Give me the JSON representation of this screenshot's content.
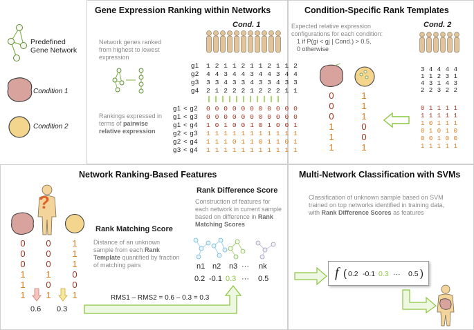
{
  "legend": {
    "network_label": "Predefined Gene Network",
    "network_label_l1": "Predefined",
    "network_label_l2": "Gene Network",
    "condition1": "Condition 1",
    "condition2": "Condition 2",
    "colors": {
      "condition1": "#d9a39d",
      "condition2": "#f4d58d",
      "accent_green": "#8cc63f",
      "red_digit": "#a0331e",
      "orange_digit": "#d77d1b"
    }
  },
  "panel_gene_ranking": {
    "title": "Gene Expression Ranking within Networks",
    "cond_label": "Cond. 1",
    "network_text": "Network genes ranked from highest to lowest expression",
    "gene_rows": [
      {
        "label": "g1",
        "values": "1 2 1 1 2 1 1 2 1 1 2"
      },
      {
        "label": "g2",
        "values": "4 4 3 4 4 3 4 4 3 4 4"
      },
      {
        "label": "g3",
        "values": "3 3 4 3 3 4 3 3 4 3 3"
      },
      {
        "label": "g4",
        "values": "2 1 2 2 2 1 2 2 2 1 1"
      }
    ],
    "pairwise_text_plain": "Rankings expressed in terms of ",
    "pairwise_text_bold": "pairwise relative expression",
    "pair_rows": [
      {
        "label": "g1 < g2",
        "values": "0 0 0 0 0 0 0 0 0 0 0"
      },
      {
        "label": "g1 < g3",
        "values": "0 0 0 0 0 0 0 0 0 0 0"
      },
      {
        "label": "g1 < g4",
        "values": "1 0 1 0 0 1 0 1 0 0 1"
      },
      {
        "label": "g2 < g3",
        "values": "1 1 1 1 1 1 1 1 1 1 1"
      },
      {
        "label": "g2 < g4",
        "values": "1 1 1 0 1 1 0 1 1 0 1"
      },
      {
        "label": "g3 < g4",
        "values": "1 1 1 1 1 1 1 1 1 1 1"
      }
    ]
  },
  "panel_templates": {
    "title": "Condition-Specific Rank Templates",
    "text_l1": "Expected relative expression",
    "text_l2": "configurations for each condition:",
    "text_l3": "1 if P(gi < gj | Cond.) > 0.5,",
    "text_l4": "0 otherwise",
    "cond_label": "Cond. 2",
    "template1": [
      "0",
      "0",
      "0",
      "1",
      "1",
      "1"
    ],
    "template2": [
      "1",
      "1",
      "1",
      "0",
      "0",
      "1"
    ],
    "cond2_gene_rows": [
      "3 4 4 4 4",
      "1 1 2 3 1",
      "4 3 1 4 3",
      "2 2 3 2 2"
    ],
    "cond2_pair_rows": [
      "0 1 1 1 1",
      "1 1 1 1 1",
      "1 0 1 1 1",
      "0 1 0 1 0",
      "0 0 1 0 0",
      "1 1 1 1 1"
    ]
  },
  "panel_features": {
    "title": "Network Ranking-Based Features",
    "rds_title": "Rank Difference Score",
    "rds_text_plain": "Construction of features for each network in current sample based on difference in ",
    "rds_text_bold": "Rank Matching Scores",
    "rms_title": "Rank Matching Score",
    "rms_text_plain1": "Distance of an unknown sample from each ",
    "rms_text_bold": "Rank Template",
    "rms_text_plain2": " quantified by fraction of matching pairs",
    "col_template1": [
      "0",
      "0",
      "0",
      "1",
      "1",
      "1"
    ],
    "col_unknown": [
      "0",
      "0",
      "0",
      "1",
      "0",
      "1"
    ],
    "col_template2": [
      "1",
      "1",
      "1",
      "0",
      "0",
      "1"
    ],
    "score1": "0.6",
    "score2": "0.3",
    "question_mark": "?",
    "formula": "RMS1 – RMS2 = 0.6 – 0.3 = 0.3",
    "network_names": [
      "n1",
      "n2",
      "n3",
      "···",
      "nk"
    ],
    "feature_values": [
      "0.2",
      "-0.1",
      "0.3",
      "···",
      "0.5"
    ]
  },
  "panel_svm": {
    "title": "Multi-Network Classification with SVMs",
    "text_plain": "Classification of unknown sample based on SVM trained on top networks identified in training data, with ",
    "text_bold": "Rank Difference Scores",
    "text_plain2": " as features",
    "func_symbol": "f",
    "func_args": [
      "0.2",
      "-0.1",
      "0.3",
      "···",
      "0.5"
    ]
  }
}
